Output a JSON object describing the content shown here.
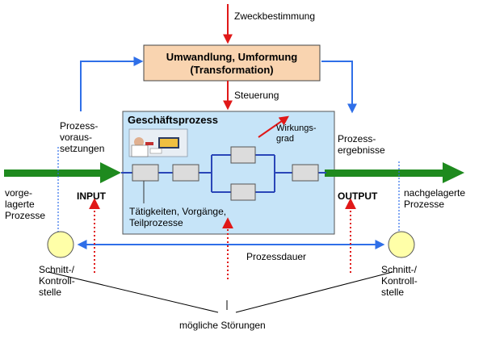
{
  "labels": {
    "zweck": "Zweckbestimmung",
    "transform": "Umwandlung, Umformung\n(Transformation)",
    "steuerung": "Steuerung",
    "gp_title": "Geschäftsprozess",
    "wirkung": "Wirkungs-\ngrad",
    "voraus": "Prozess-\nvoraus-\nsetzungen",
    "ergebnisse": "Prozess-\nergebnisse",
    "vorgelagert": "vorge-\nlagerte\nProzesse",
    "nachgelagert": "nachgelagerte\nProzesse",
    "input": "INPUT",
    "output": "OUTPUT",
    "taetigkeiten": "Tätigkeiten, Vorgänge,\nTeilprozesse",
    "dauer": "Prozessdauer",
    "schnitt_left": "Schnitt-/\nKontroll-\nstelle",
    "schnitt_right": "Schnitt-/\nKontroll-\nstelle",
    "stoerungen": "mögliche Störungen"
  },
  "colors": {
    "green": "#1e8a1e",
    "blue": "#2f6fe8",
    "red": "#e01818",
    "transform_fill": "#f9d4b0",
    "process_fill": "#c6e4f8",
    "node_fill": "#dcdcdc",
    "circle_fill": "#ffffa8"
  }
}
